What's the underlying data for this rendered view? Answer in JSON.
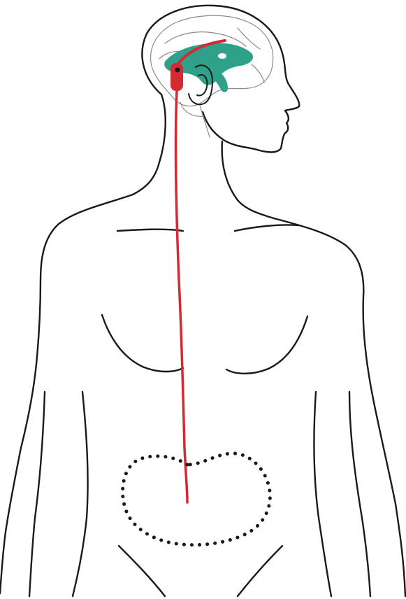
{
  "colors": {
    "background": "#ffffff",
    "outline": "#1a1a1a",
    "brain_detail": "#8a8a8a",
    "ventricles": "#2fa08a",
    "shunt_catheter": "#d42a34",
    "abdominal_cavity_dots": "#1a1a1a"
  },
  "figure": {
    "subject": "human-torso-and-head-silhouette",
    "elements": [
      "body-outline",
      "brain-outline",
      "brain-ventricles",
      "shunt-valve",
      "shunt-catheter",
      "ear",
      "abdominal-cavity-outline"
    ]
  }
}
